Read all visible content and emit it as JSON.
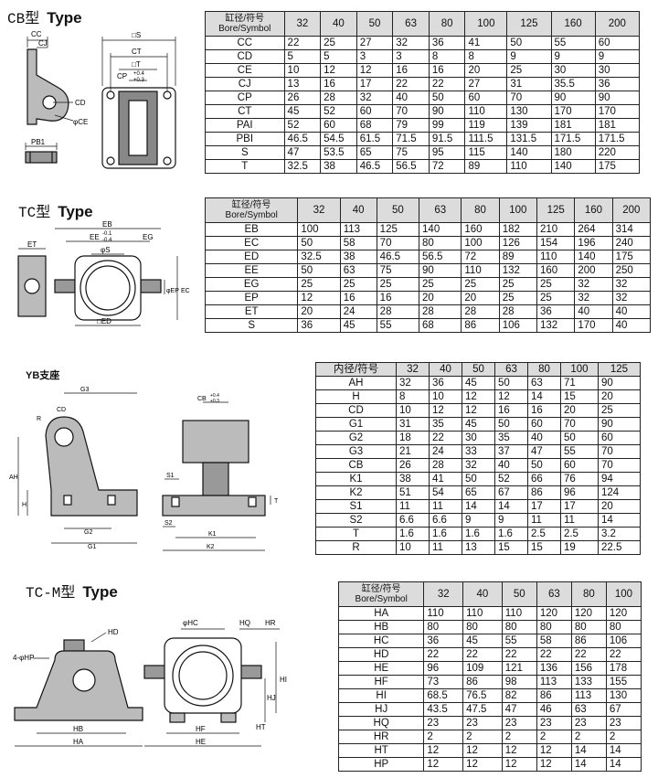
{
  "cb": {
    "title_series": "CB型",
    "title_type": "Type",
    "header_label_cn": "缸径/符号",
    "header_label_en": "Bore/Symbol",
    "bores": [
      "32",
      "40",
      "50",
      "63",
      "80",
      "100",
      "125",
      "160",
      "200"
    ],
    "rows": [
      {
        "name": "CC",
        "values": [
          "22",
          "25",
          "27",
          "32",
          "36",
          "41",
          "50",
          "55",
          "60"
        ]
      },
      {
        "name": "CD",
        "values": [
          "5",
          "5",
          "3",
          "3",
          "8",
          "8",
          "9",
          "9",
          "9"
        ]
      },
      {
        "name": "CE",
        "values": [
          "10",
          "12",
          "12",
          "16",
          "16",
          "20",
          "25",
          "30",
          "30"
        ]
      },
      {
        "name": "CJ",
        "values": [
          "13",
          "16",
          "17",
          "22",
          "22",
          "27",
          "31",
          "35.5",
          "36"
        ]
      },
      {
        "name": "CP",
        "values": [
          "26",
          "28",
          "32",
          "40",
          "50",
          "60",
          "70",
          "90",
          "90"
        ]
      },
      {
        "name": "CT",
        "values": [
          "45",
          "52",
          "60",
          "70",
          "90",
          "110",
          "130",
          "170",
          "170"
        ]
      },
      {
        "name": "PAI",
        "values": [
          "52",
          "60",
          "68",
          "79",
          "99",
          "119",
          "139",
          "181",
          "181"
        ]
      },
      {
        "name": "PBI",
        "values": [
          "46.5",
          "54.5",
          "61.5",
          "71.5",
          "91.5",
          "111.5",
          "131.5",
          "171.5",
          "171.5"
        ]
      },
      {
        "name": "S",
        "values": [
          "47",
          "53.5",
          "65",
          "75",
          "95",
          "115",
          "140",
          "180",
          "220"
        ]
      },
      {
        "name": "T",
        "values": [
          "32.5",
          "38",
          "46.5",
          "56.5",
          "72",
          "89",
          "110",
          "140",
          "175"
        ]
      }
    ],
    "labels": {
      "cc": "CC",
      "cj": "CJ",
      "cd": "CD",
      "ce": "φCE",
      "pb1": "PB1",
      "s": "□S",
      "ct": "CT",
      "t": "□T",
      "cp": "CP",
      "cp_tol_up": "+0.4",
      "cp_tol_dn": "+0.3"
    }
  },
  "tc": {
    "title_series": "TC型",
    "title_type": "Type",
    "header_label_cn": "缸径/符号",
    "header_label_en": "Bore/Symbol",
    "bores": [
      "32",
      "40",
      "50",
      "63",
      "80",
      "100",
      "125",
      "160",
      "200"
    ],
    "rows": [
      {
        "name": "EB",
        "values": [
          "100",
          "113",
          "125",
          "140",
          "160",
          "182",
          "210",
          "264",
          "314"
        ]
      },
      {
        "name": "EC",
        "values": [
          "50",
          "58",
          "70",
          "80",
          "100",
          "126",
          "154",
          "196",
          "240"
        ]
      },
      {
        "name": "ED",
        "values": [
          "32.5",
          "38",
          "46.5",
          "56.5",
          "72",
          "89",
          "110",
          "140",
          "175"
        ]
      },
      {
        "name": "EE",
        "values": [
          "50",
          "63",
          "75",
          "90",
          "110",
          "132",
          "160",
          "200",
          "250"
        ]
      },
      {
        "name": "EG",
        "values": [
          "25",
          "25",
          "25",
          "25",
          "25",
          "25",
          "25",
          "32",
          "32"
        ]
      },
      {
        "name": "EP",
        "values": [
          "12",
          "16",
          "16",
          "20",
          "20",
          "25",
          "25",
          "32",
          "32"
        ]
      },
      {
        "name": "ET",
        "values": [
          "20",
          "24",
          "28",
          "28",
          "28",
          "28",
          "36",
          "40",
          "40"
        ]
      },
      {
        "name": "S",
        "values": [
          "36",
          "45",
          "55",
          "68",
          "86",
          "106",
          "132",
          "170",
          "40"
        ]
      }
    ],
    "labels": {
      "eb": "EB",
      "et": "ET",
      "ee": "EE",
      "ee_tol_up": "-0.1",
      "ee_tol_dn": "-0.4",
      "eg": "EG",
      "s": "φS",
      "ep": "φEP",
      "ec": "EC",
      "ed": "□ED"
    }
  },
  "yb": {
    "title": "YB支座",
    "header_label_cn": "内径/符号",
    "bores": [
      "32",
      "40",
      "50",
      "63",
      "80",
      "100",
      "125"
    ],
    "rows": [
      {
        "name": "AH",
        "values": [
          "32",
          "36",
          "45",
          "50",
          "63",
          "71",
          "90"
        ]
      },
      {
        "name": "H",
        "values": [
          "8",
          "10",
          "12",
          "12",
          "14",
          "15",
          "20"
        ]
      },
      {
        "name": "CD",
        "values": [
          "10",
          "12",
          "12",
          "16",
          "16",
          "20",
          "25"
        ]
      },
      {
        "name": "G1",
        "values": [
          "31",
          "35",
          "45",
          "50",
          "60",
          "70",
          "90"
        ]
      },
      {
        "name": "G2",
        "values": [
          "18",
          "22",
          "30",
          "35",
          "40",
          "50",
          "60"
        ]
      },
      {
        "name": "G3",
        "values": [
          "21",
          "24",
          "33",
          "37",
          "47",
          "55",
          "70"
        ]
      },
      {
        "name": "CB",
        "values": [
          "26",
          "28",
          "32",
          "40",
          "50",
          "60",
          "70"
        ]
      },
      {
        "name": "K1",
        "values": [
          "38",
          "41",
          "50",
          "52",
          "66",
          "76",
          "94"
        ]
      },
      {
        "name": "K2",
        "values": [
          "51",
          "54",
          "65",
          "67",
          "86",
          "96",
          "124"
        ]
      },
      {
        "name": "S1",
        "values": [
          "11",
          "11",
          "14",
          "14",
          "17",
          "17",
          "20"
        ]
      },
      {
        "name": "S2",
        "values": [
          "6.6",
          "6.6",
          "9",
          "9",
          "11",
          "11",
          "14"
        ]
      },
      {
        "name": "T",
        "values": [
          "1.6",
          "1.6",
          "1.6",
          "1.6",
          "2.5",
          "2.5",
          "3.2"
        ]
      },
      {
        "name": "R",
        "values": [
          "10",
          "11",
          "13",
          "15",
          "15",
          "19",
          "22.5"
        ]
      }
    ],
    "labels": {
      "g3": "G3",
      "cd": "CD",
      "r": "R",
      "ah": "AH",
      "h": "H",
      "g2": "G2",
      "g1": "G1",
      "cb": "CB",
      "cb_tol_up": "+0.4",
      "cb_tol_dn": "+0.3",
      "s1": "S1",
      "s2": "S2",
      "t": "T",
      "k1": "K1",
      "k2": "K2"
    }
  },
  "tcm": {
    "title_series": "TC-M型",
    "title_type": "Type",
    "header_label_cn": "缸径/符号",
    "header_label_en": "Bore/Symbol",
    "bores": [
      "32",
      "40",
      "50",
      "63",
      "80",
      "100"
    ],
    "rows": [
      {
        "name": "HA",
        "values": [
          "110",
          "110",
          "110",
          "120",
          "120",
          "120"
        ]
      },
      {
        "name": "HB",
        "values": [
          "80",
          "80",
          "80",
          "80",
          "80",
          "80"
        ]
      },
      {
        "name": "HC",
        "values": [
          "36",
          "45",
          "55",
          "58",
          "86",
          "106"
        ]
      },
      {
        "name": "HD",
        "values": [
          "22",
          "22",
          "22",
          "22",
          "22",
          "22"
        ]
      },
      {
        "name": "HE",
        "values": [
          "96",
          "109",
          "121",
          "136",
          "156",
          "178"
        ]
      },
      {
        "name": "HF",
        "values": [
          "73",
          "86",
          "98",
          "113",
          "133",
          "155"
        ]
      },
      {
        "name": "HI",
        "values": [
          "68.5",
          "76.5",
          "82",
          "86",
          "113",
          "130"
        ]
      },
      {
        "name": "HJ",
        "values": [
          "43.5",
          "47.5",
          "47",
          "46",
          "63",
          "67"
        ]
      },
      {
        "name": "HQ",
        "values": [
          "23",
          "23",
          "23",
          "23",
          "23",
          "23"
        ]
      },
      {
        "name": "HR",
        "values": [
          "2",
          "2",
          "2",
          "2",
          "2",
          "2"
        ]
      },
      {
        "name": "HT",
        "values": [
          "12",
          "12",
          "12",
          "12",
          "14",
          "14"
        ]
      },
      {
        "name": "HP",
        "values": [
          "12",
          "12",
          "12",
          "12",
          "14",
          "14"
        ]
      }
    ],
    "labels": {
      "hd": "HD",
      "hp": "4-φHP",
      "hb": "HB",
      "ha": "HA",
      "hc": "φHC",
      "hq": "HQ",
      "hr": "HR",
      "hi": "HI",
      "hj": "HJ",
      "ht": "HT",
      "hf": "HF",
      "he": "HE"
    }
  }
}
